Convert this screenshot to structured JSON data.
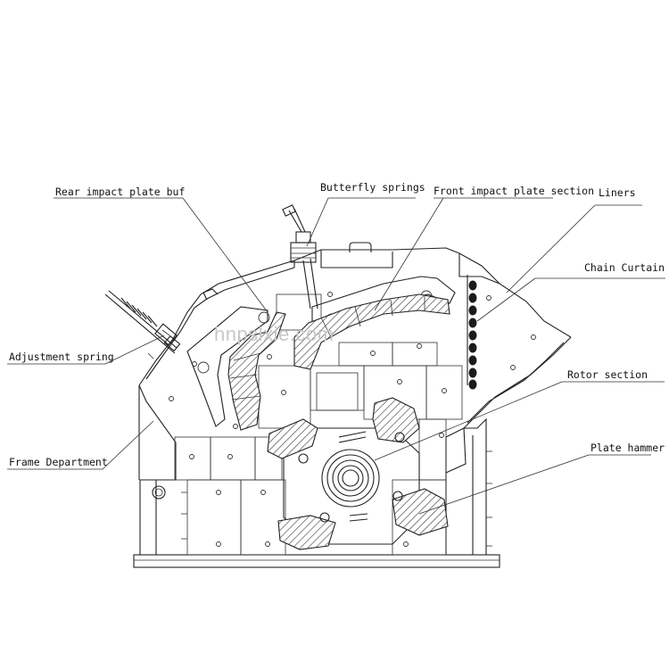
{
  "diagram": {
    "labels": {
      "rear_impact": "Rear impact plate buf",
      "butterfly": "Butterfly springs",
      "front_impact": "Front impact plate section",
      "liners": "Liners",
      "chain": "Chain Curtain",
      "adjustment": "Adjustment spring",
      "rotor": "Rotor section",
      "frame": "Frame Department",
      "hammer": "Plate hammer"
    },
    "watermark": "hnpslxie.com"
  }
}
